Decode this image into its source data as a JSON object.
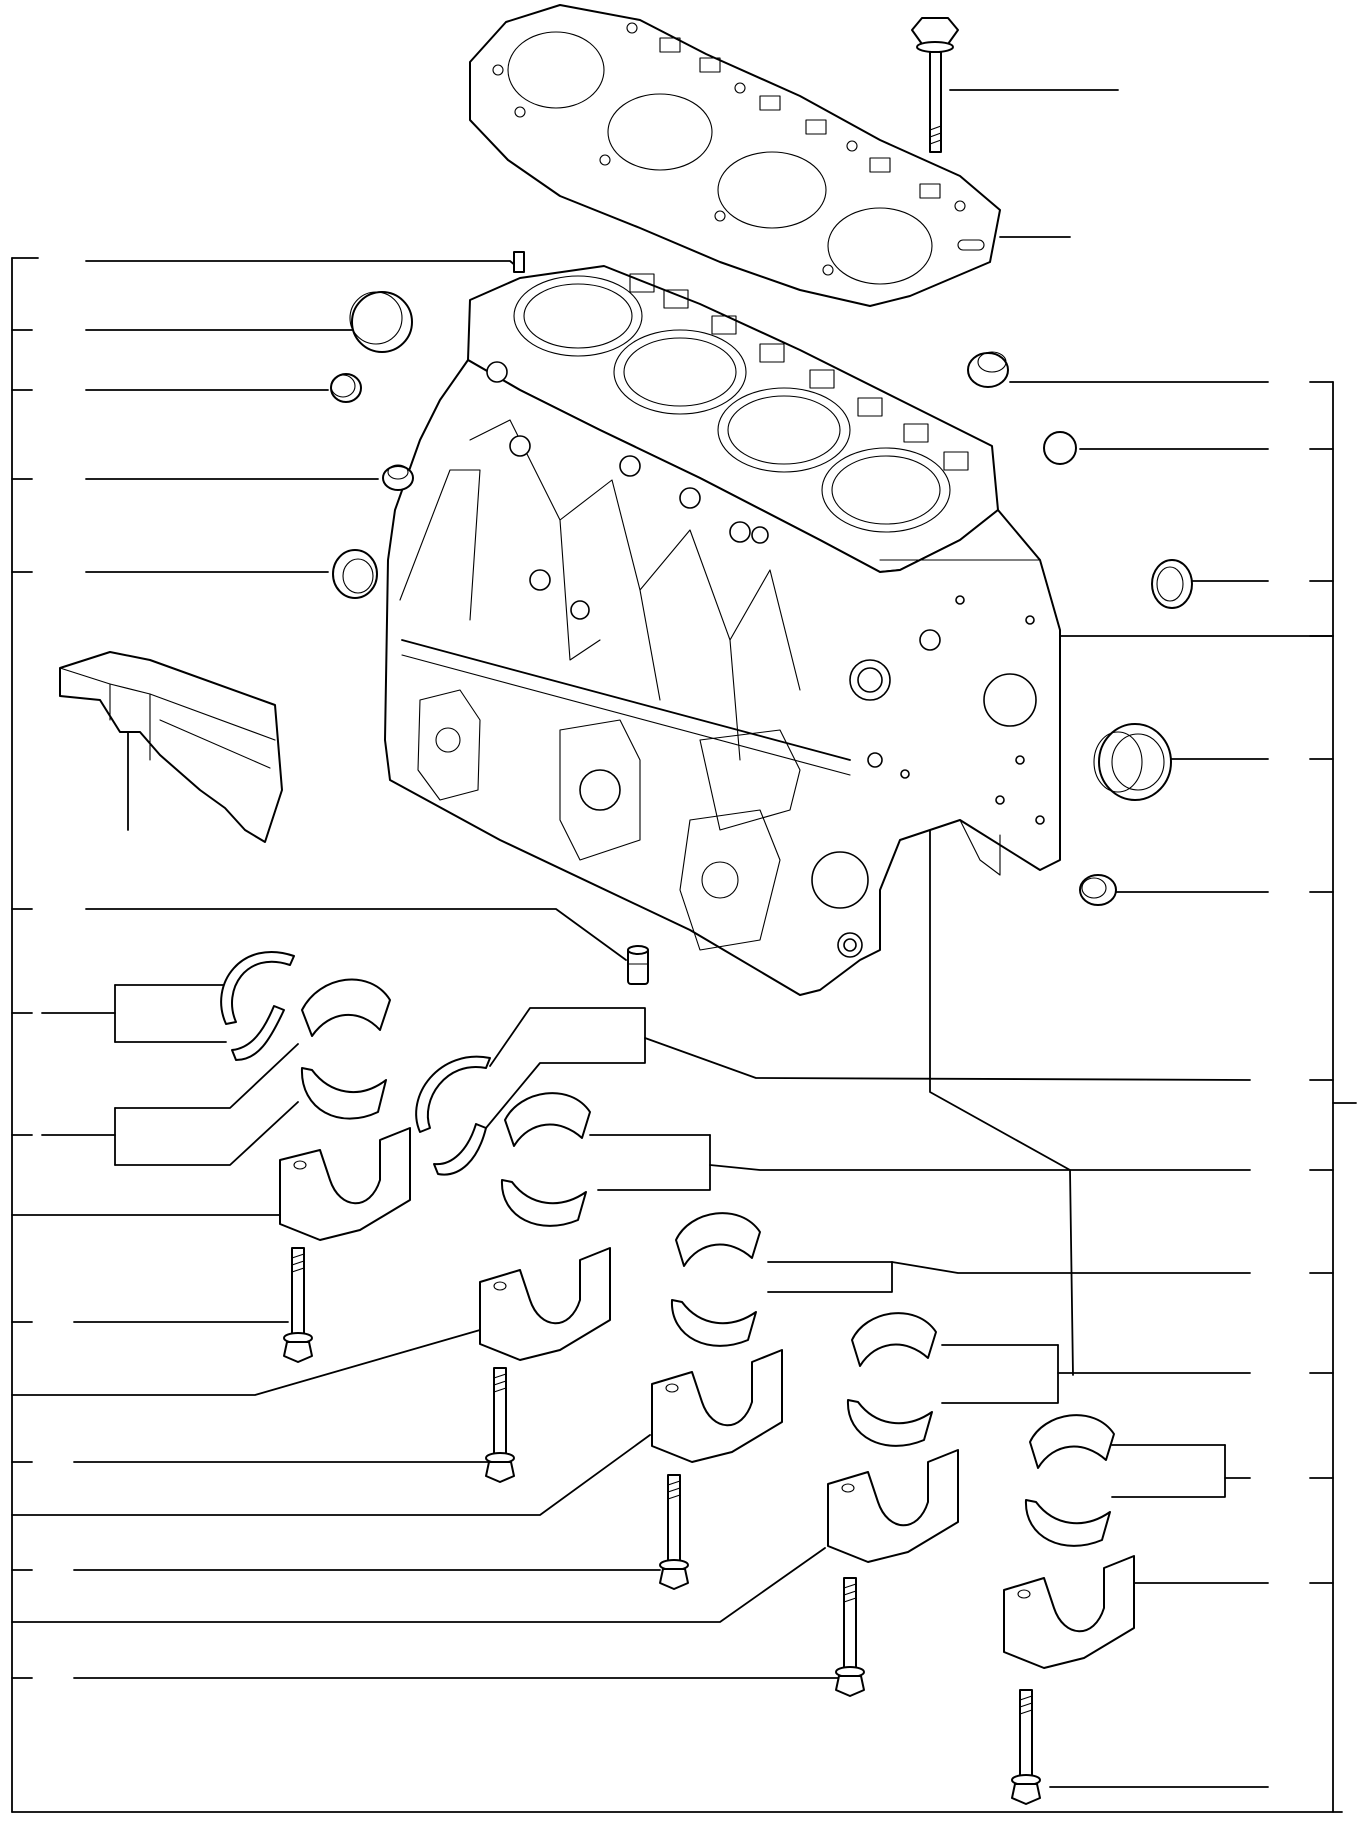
{
  "figure": {
    "kind": "exploded-parts-diagram",
    "colors": {
      "line": "#000000",
      "background": "#ffffff"
    },
    "left_callout_count": 14,
    "right_callout_count": 12,
    "parts": [
      {
        "name": "cylinder-head-gasket"
      },
      {
        "name": "cylinder-head-bolt"
      },
      {
        "name": "cylinder-block"
      },
      {
        "name": "dowel-pin"
      },
      {
        "name": "expansion-plug"
      },
      {
        "name": "small-expansion-plug"
      },
      {
        "name": "plug"
      },
      {
        "name": "oil-seal"
      },
      {
        "name": "rear-oil-seal-housing"
      },
      {
        "name": "cover-plate"
      },
      {
        "name": "oil-jet"
      },
      {
        "name": "thrust-washer"
      },
      {
        "name": "main-bearing-shell"
      },
      {
        "name": "main-bearing-cap"
      },
      {
        "name": "main-bearing-cap-bolt"
      }
    ]
  }
}
